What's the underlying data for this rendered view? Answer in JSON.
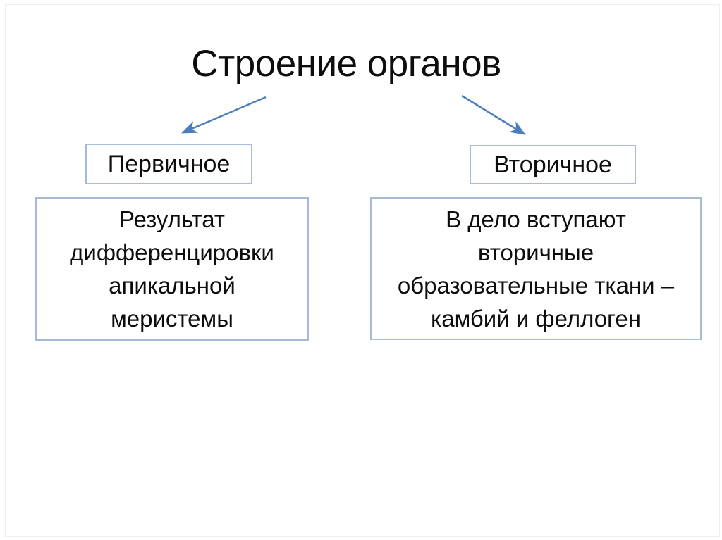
{
  "slide": {
    "title": "Строение органов"
  },
  "branches": [
    {
      "label": "Первичное",
      "description_lines": [
        "Результат",
        "дифференцировки",
        "апикальной",
        "меристемы"
      ]
    },
    {
      "label": "Вторичное",
      "description_lines": [
        "В дело вступают",
        "вторичные",
        "образовательные ткани –",
        "камбий и феллоген"
      ]
    }
  ],
  "colors": {
    "arrow": "#4a7ebc",
    "box_border": "#a6bbd8",
    "text": "#0d0d0d",
    "background": "#ffffff"
  }
}
